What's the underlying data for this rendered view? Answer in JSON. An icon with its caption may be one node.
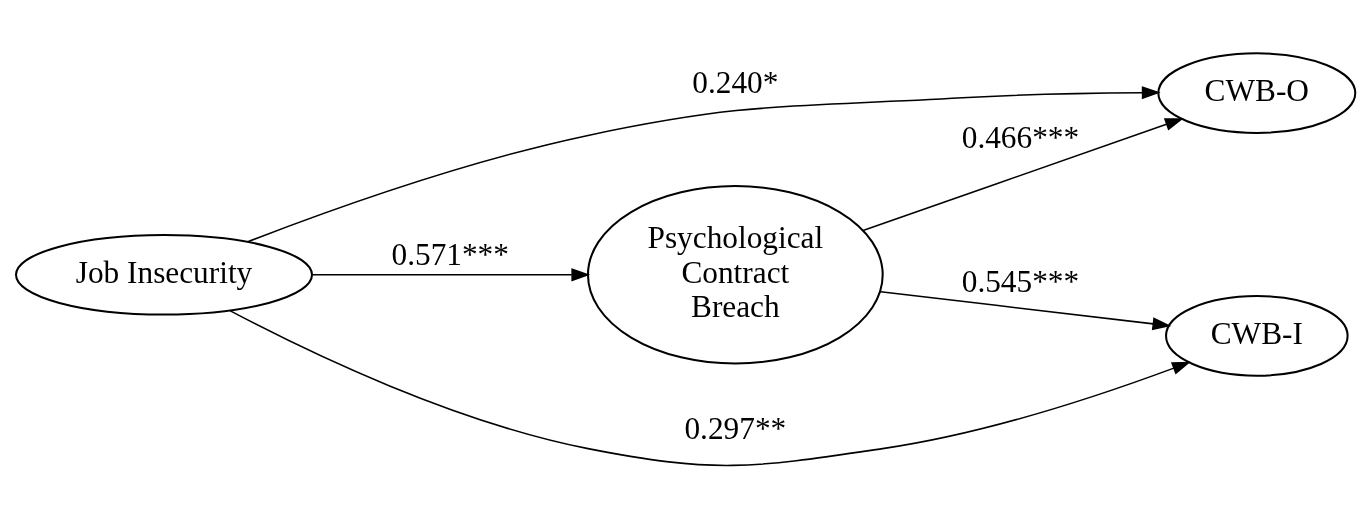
{
  "diagram": {
    "nodes": [
      {
        "text": [
          "Job Insecurity"
        ]
      },
      {
        "text": [
          "Psychological Contract Breach"
        ]
      },
      {
        "text": [
          "CWB-O"
        ]
      },
      {
        "text": [
          "CWB-I"
        ]
      }
    ],
    "edges": [
      {
        "from": 0,
        "to": 2,
        "arrow": "to",
        "label": "0.240*"
      },
      {
        "from": 0,
        "to": 1,
        "arrow": "to",
        "label": "0.571***"
      },
      {
        "from": 1,
        "to": 2,
        "arrow": "to",
        "label": "0.466***"
      },
      {
        "from": 1,
        "to": 3,
        "arrow": "to",
        "label": "0.545***"
      },
      {
        "from": 0,
        "to": 3,
        "arrow": "to",
        "label": "0.297**"
      }
    ]
  }
}
